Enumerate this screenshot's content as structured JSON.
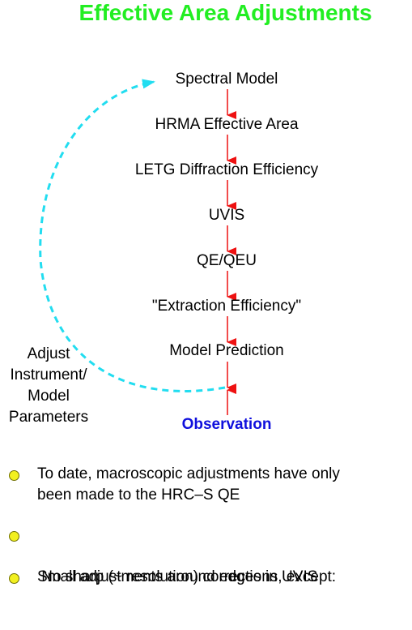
{
  "title": "Effective Area Adjustments",
  "steps": [
    "Spectral Model",
    "HRMA Effective Area",
    "LETG Diffraction Efficiency",
    "UVIS",
    "QE/QEU",
    "\"Extraction Efficiency\"",
    "Model Prediction"
  ],
  "observation": "Observation",
  "adjust_label": [
    "Adjust",
    "Instrument/",
    "Model",
    "Parameters"
  ],
  "bullets": [
    {
      "lines": [
        "To date, macroscopic adjustments have only",
        "been made to the HRC–S QE"
      ]
    },
    {
      "lines": [
        " No sharp (~ resolution) corrections, except:"
      ]
    },
    {
      "lines": [
        "Small adjustments around edges in UVIS"
      ]
    }
  ],
  "colors": {
    "title": "#22ee22",
    "observation": "#1010dd",
    "arrow": "#ee1111",
    "feedback": "#22ddf0",
    "bullet": "#f2f020"
  }
}
